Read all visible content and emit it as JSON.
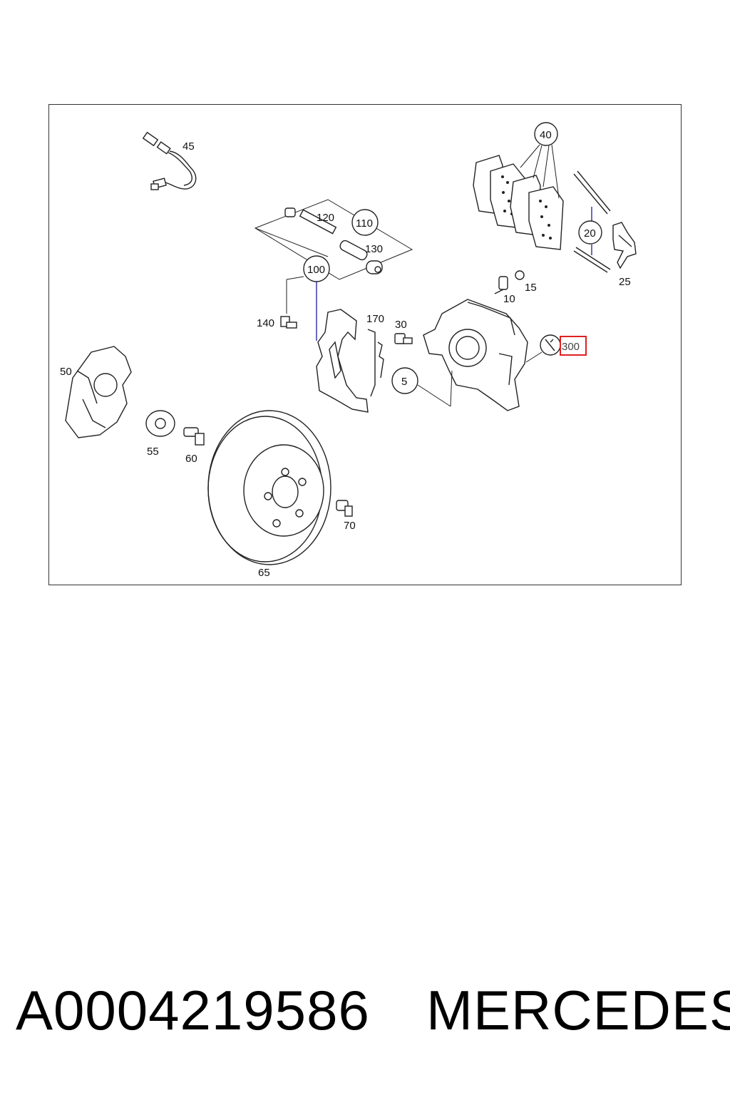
{
  "diagram": {
    "callouts": {
      "c5": "5",
      "c10": "10",
      "c15": "15",
      "c20": "20",
      "c25": "25",
      "c30": "30",
      "c40": "40",
      "c45": "45",
      "c50": "50",
      "c55": "55",
      "c60": "60",
      "c65": "65",
      "c70": "70",
      "c100": "100",
      "c110": "110",
      "c120": "120",
      "c130": "130",
      "c140": "140",
      "c170": "170",
      "c300": "300"
    },
    "highlight_color": "#e02020"
  },
  "footer": {
    "part_number": "A0004219586",
    "brand": "MERCEDES"
  }
}
